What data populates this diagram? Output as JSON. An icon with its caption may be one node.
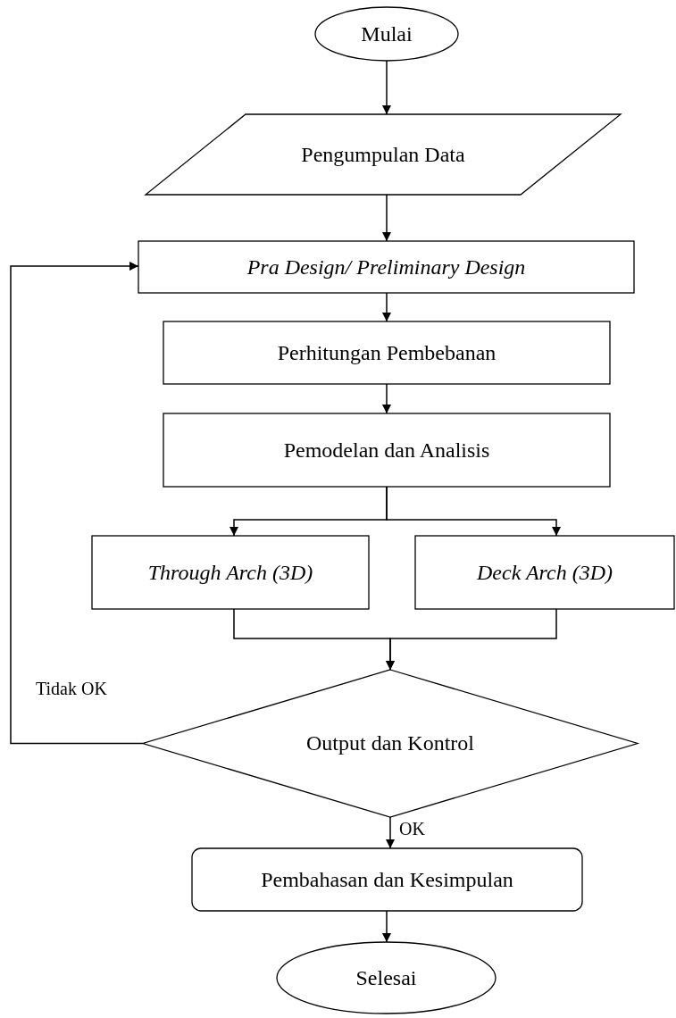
{
  "diagram": {
    "nodes": [
      {
        "text": [
          "Mulai"
        ]
      },
      {
        "text": [
          "Pengumpulan Data"
        ]
      },
      {
        "text": [
          "Pra Design/ Preliminary Design"
        ]
      },
      {
        "text": [
          "Perhitungan Pembebanan"
        ]
      },
      {
        "text": [
          "Pemodelan dan Analisis"
        ]
      },
      {
        "text": [
          "Through Arch (3D)"
        ]
      },
      {
        "text": [
          "Deck Arch (3D)"
        ]
      },
      {
        "text": [
          "Output dan Kontrol"
        ]
      },
      {
        "text": [
          "Pembahasan dan Kesimpulan"
        ]
      },
      {
        "text": [
          "Selesai"
        ]
      }
    ],
    "edges": [
      {
        "from": 0,
        "to": 1,
        "arrow": "to"
      },
      {
        "from": 1,
        "to": 2,
        "arrow": "to"
      },
      {
        "from": 2,
        "to": 3,
        "arrow": "to"
      },
      {
        "from": 3,
        "to": 4,
        "arrow": "to"
      },
      {
        "from": 4,
        "to": 5,
        "arrow": "to"
      },
      {
        "from": 4,
        "to": 6,
        "arrow": "to"
      },
      {
        "from": 5,
        "to": 7,
        "arrow": "to"
      },
      {
        "from": 6,
        "to": 7,
        "arrow": "to"
      },
      {
        "from": 7,
        "to": 2,
        "arrow": "to",
        "label": "Tidak OK"
      },
      {
        "from": 7,
        "to": 8,
        "arrow": "to",
        "label": "OK"
      },
      {
        "from": 8,
        "to": 9,
        "arrow": "to"
      }
    ]
  }
}
